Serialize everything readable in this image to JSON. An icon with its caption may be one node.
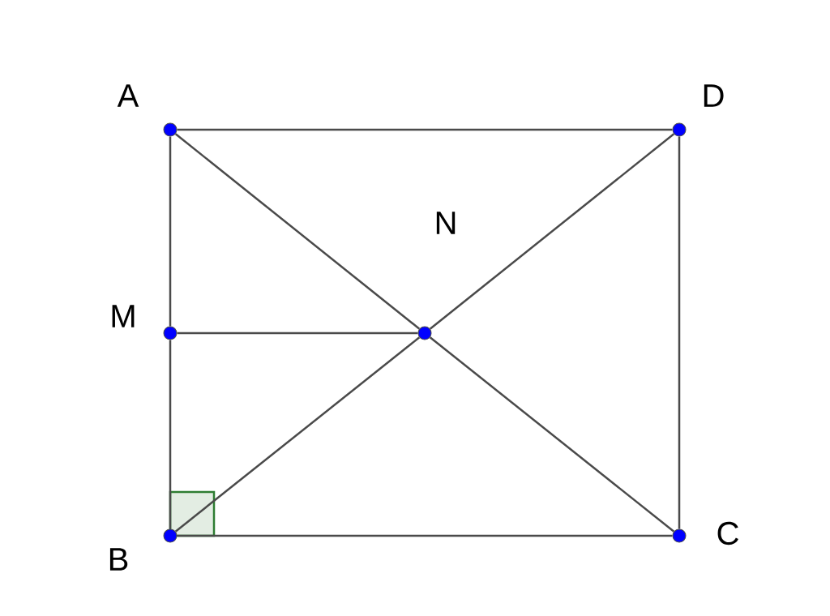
{
  "diagram": {
    "nodes": [
      {
        "text": [],
        "shape": "circle",
        "beside": [
          "A"
        ]
      },
      {
        "text": [],
        "shape": "circle",
        "beside": [
          "D"
        ]
      },
      {
        "text": [],
        "shape": "circle",
        "beside": [
          "M"
        ]
      },
      {
        "text": [],
        "shape": "circle",
        "beside": [
          "N"
        ]
      },
      {
        "text": [],
        "shape": "circle",
        "beside": [
          "B"
        ]
      },
      {
        "text": [],
        "shape": "circle",
        "beside": [
          "C"
        ]
      }
    ],
    "edges": [
      {
        "from": 0,
        "to": 1,
        "arrow": "none"
      },
      {
        "from": 0,
        "to": 2,
        "arrow": "none"
      },
      {
        "from": 2,
        "to": 4,
        "arrow": "none"
      },
      {
        "from": 1,
        "to": 5,
        "arrow": "none"
      },
      {
        "from": 4,
        "to": 5,
        "arrow": "none"
      },
      {
        "from": 0,
        "to": 3,
        "arrow": "none"
      },
      {
        "from": 3,
        "to": 5,
        "arrow": "none"
      },
      {
        "from": 4,
        "to": 3,
        "arrow": "none"
      },
      {
        "from": 3,
        "to": 1,
        "arrow": "none"
      },
      {
        "from": 2,
        "to": 3,
        "arrow": "none"
      }
    ]
  }
}
